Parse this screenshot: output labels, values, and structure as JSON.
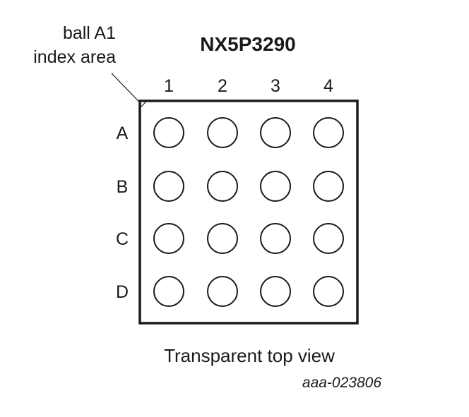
{
  "title": "NX5P3290",
  "index_label": {
    "line1": "ball A1",
    "line2": "index area"
  },
  "columns": [
    "1",
    "2",
    "3",
    "4"
  ],
  "rows": [
    "A",
    "B",
    "C",
    "D"
  ],
  "caption": "Transparent top view",
  "reference": "aaa-023806"
}
